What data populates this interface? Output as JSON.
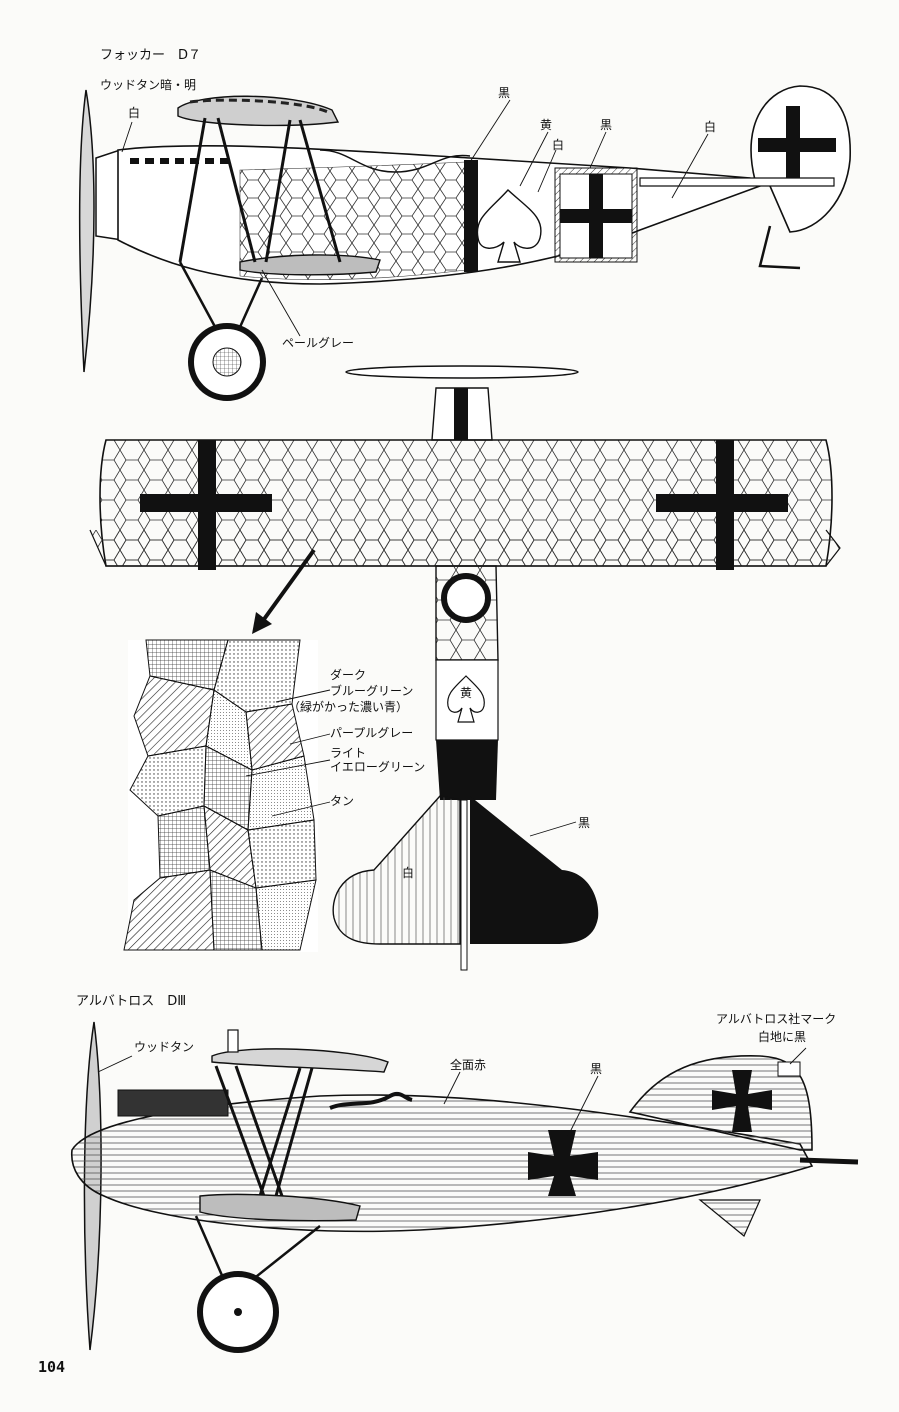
{
  "fokker": {
    "title": "フォッカー　D７",
    "labels": {
      "woodtan": "ウッドタン暗・明",
      "white_nose": "白",
      "black_band": "黒",
      "yellow": "黄",
      "white_spade": "白",
      "black_cross_band": "黒",
      "white_tail": "白",
      "pale_grey": "ペールグレー"
    }
  },
  "top_view": {
    "labels": {
      "yellow_spade": "黄",
      "black": "黒",
      "white": "白"
    }
  },
  "swatch": {
    "labels": {
      "dark": "ダーク",
      "blue_green": "ブルーグリーン",
      "note": "（緑がかった濃い青）",
      "purple_grey": "パープルグレー",
      "light": "ライト",
      "yellow_green": "イエローグリーン",
      "tan": "タン"
    }
  },
  "albatros": {
    "title": "アルバトロス　DⅢ",
    "labels": {
      "woodtan": "ウッドタン",
      "all_red": "全面赤",
      "black": "黒",
      "mark_line1": "アルバトロス社マーク",
      "mark_line2": "白地に黒"
    }
  },
  "page_number": "104"
}
